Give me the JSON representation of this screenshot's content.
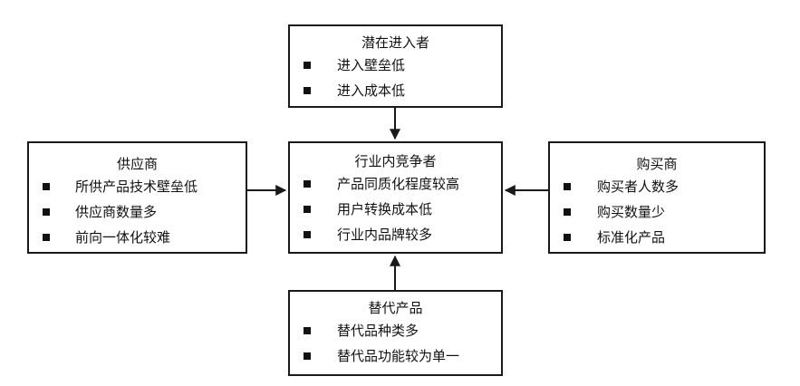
{
  "boxes": {
    "potential_entrants": {
      "title": "潜在进入者",
      "items": [
        "进入壁垒低",
        "进入成本低"
      ]
    },
    "competitors": {
      "title": "行业内竞争者",
      "items": [
        "产品同质化程度较高",
        "用户转换成本低",
        "行业内品牌较多"
      ]
    },
    "suppliers": {
      "title": "供应商",
      "items": [
        "所供产品技术壁垒低",
        "供应商数量多",
        "前向一体化较难"
      ]
    },
    "buyers": {
      "title": "购买商",
      "items": [
        "购买者人数多",
        "购买数量少",
        "标准化产品"
      ]
    },
    "substitutes": {
      "title": "替代产品",
      "items": [
        "替代品种类多",
        "替代品功能较为单一"
      ]
    }
  },
  "colors": {
    "border": "#1a1a1a",
    "text": "#111111",
    "background": "#ffffff"
  }
}
